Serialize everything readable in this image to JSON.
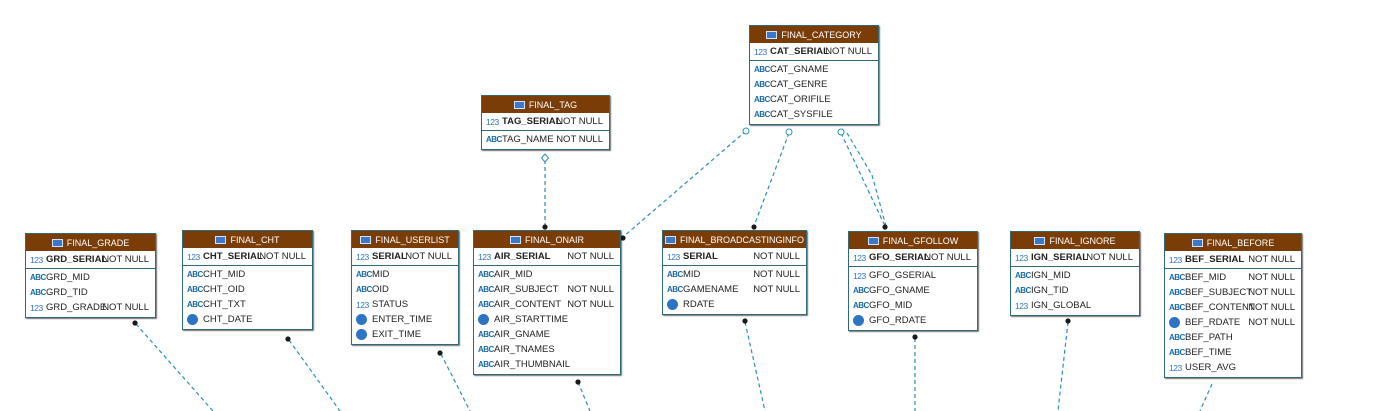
{
  "tables": [
    {
      "id": "category",
      "title": "FINAL_CATEGORY",
      "pk": [
        {
          "icon": "123",
          "name": "CAT_SERIAL",
          "nn": "NOT NULL"
        }
      ],
      "cols": [
        {
          "icon": "ABC",
          "name": "CAT_GNAME",
          "nn": ""
        },
        {
          "icon": "ABC",
          "name": "CAT_GENRE",
          "nn": ""
        },
        {
          "icon": "ABC",
          "name": "CAT_ORIFILE",
          "nn": ""
        },
        {
          "icon": "ABC",
          "name": "CAT_SYSFILE",
          "nn": ""
        }
      ]
    },
    {
      "id": "tag",
      "title": "FINAL_TAG",
      "pk": [
        {
          "icon": "123",
          "name": "TAG_SERIAL",
          "nn": "NOT NULL"
        }
      ],
      "cols": [
        {
          "icon": "ABC",
          "name": "TAG_NAME",
          "nn": "NOT NULL"
        }
      ]
    },
    {
      "id": "grade",
      "title": "FINAL_GRADE",
      "pk": [
        {
          "icon": "123",
          "name": "GRD_SERIAL",
          "nn": "NOT NULL"
        }
      ],
      "cols": [
        {
          "icon": "ABC",
          "name": "GRD_MID",
          "nn": ""
        },
        {
          "icon": "ABC",
          "name": "GRD_TID",
          "nn": ""
        },
        {
          "icon": "123",
          "name": "GRD_GRADE",
          "nn": "NOT NULL"
        }
      ]
    },
    {
      "id": "cht",
      "title": "FINAL_CHT",
      "pk": [
        {
          "icon": "123",
          "name": "CHT_SERIAL",
          "nn": "NOT NULL"
        }
      ],
      "cols": [
        {
          "icon": "ABC",
          "name": "CHT_MID",
          "nn": ""
        },
        {
          "icon": "ABC",
          "name": "CHT_OID",
          "nn": ""
        },
        {
          "icon": "ABC",
          "name": "CHT_TXT",
          "nn": ""
        },
        {
          "icon": "date",
          "name": "CHT_DATE",
          "nn": ""
        }
      ]
    },
    {
      "id": "userlist",
      "title": "FINAL_USERLIST",
      "pk": [
        {
          "icon": "123",
          "name": "SERIAL",
          "nn": "NOT NULL"
        }
      ],
      "cols": [
        {
          "icon": "ABC",
          "name": "MID",
          "nn": ""
        },
        {
          "icon": "ABC",
          "name": "OID",
          "nn": ""
        },
        {
          "icon": "123",
          "name": "STATUS",
          "nn": ""
        },
        {
          "icon": "date",
          "name": "ENTER_TIME",
          "nn": ""
        },
        {
          "icon": "date",
          "name": "EXIT_TIME",
          "nn": ""
        }
      ]
    },
    {
      "id": "onair",
      "title": "FINAL_ONAIR",
      "pk": [
        {
          "icon": "123",
          "name": "AIR_SERIAL",
          "nn": "NOT NULL"
        }
      ],
      "cols": [
        {
          "icon": "ABC",
          "name": "AIR_MID",
          "nn": ""
        },
        {
          "icon": "ABC",
          "name": "AIR_SUBJECT",
          "nn": "NOT NULL"
        },
        {
          "icon": "ABC",
          "name": "AIR_CONTENT",
          "nn": "NOT NULL"
        },
        {
          "icon": "date",
          "name": "AIR_STARTTIME",
          "nn": ""
        },
        {
          "icon": "ABC",
          "name": "AIR_GNAME",
          "nn": ""
        },
        {
          "icon": "ABC",
          "name": "AIR_TNAMES",
          "nn": ""
        },
        {
          "icon": "ABC",
          "name": "AIR_THUMBNAIL",
          "nn": ""
        }
      ]
    },
    {
      "id": "broadcast",
      "title": "FINAL_BROADCASTINGINFO",
      "pk": [
        {
          "icon": "123",
          "name": "SERIAL",
          "nn": "NOT NULL"
        }
      ],
      "cols": [
        {
          "icon": "ABC",
          "name": "MID",
          "nn": "NOT NULL"
        },
        {
          "icon": "ABC",
          "name": "GAMENAME",
          "nn": "NOT NULL"
        },
        {
          "icon": "date",
          "name": "RDATE",
          "nn": ""
        }
      ]
    },
    {
      "id": "gfollow",
      "title": "FINAL_GFOLLOW",
      "pk": [
        {
          "icon": "123",
          "name": "GFO_SERIAL",
          "nn": "NOT NULL"
        }
      ],
      "cols": [
        {
          "icon": "123",
          "name": "GFO_GSERIAL",
          "nn": ""
        },
        {
          "icon": "ABC",
          "name": "GFO_GNAME",
          "nn": ""
        },
        {
          "icon": "ABC",
          "name": "GFO_MID",
          "nn": ""
        },
        {
          "icon": "date",
          "name": "GFO_RDATE",
          "nn": ""
        }
      ]
    },
    {
      "id": "ignore",
      "title": "FINAL_IGNORE",
      "pk": [
        {
          "icon": "123",
          "name": "IGN_SERIAL",
          "nn": "NOT NULL"
        }
      ],
      "cols": [
        {
          "icon": "ABC",
          "name": "IGN_MID",
          "nn": ""
        },
        {
          "icon": "ABC",
          "name": "IGN_TID",
          "nn": ""
        },
        {
          "icon": "123",
          "name": "IGN_GLOBAL",
          "nn": ""
        }
      ]
    },
    {
      "id": "before",
      "title": "FINAL_BEFORE",
      "pk": [
        {
          "icon": "123",
          "name": "BEF_SERIAL",
          "nn": "NOT NULL"
        }
      ],
      "cols": [
        {
          "icon": "ABC",
          "name": "BEF_MID",
          "nn": "NOT NULL"
        },
        {
          "icon": "ABC",
          "name": "BEF_SUBJECT",
          "nn": "NOT NULL"
        },
        {
          "icon": "ABC",
          "name": "BEF_CONTENT",
          "nn": "NOT NULL"
        },
        {
          "icon": "date",
          "name": "BEF_RDATE",
          "nn": "NOT NULL"
        },
        {
          "icon": "ABC",
          "name": "BEF_PATH",
          "nn": ""
        },
        {
          "icon": "ABC",
          "name": "BEF_TIME",
          "nn": ""
        },
        {
          "icon": "123",
          "name": "USER_AVG",
          "nn": ""
        }
      ]
    }
  ],
  "colors": {
    "header": "#7a3d08",
    "border": "#2e6a7a",
    "link": "#2a8fbd"
  }
}
